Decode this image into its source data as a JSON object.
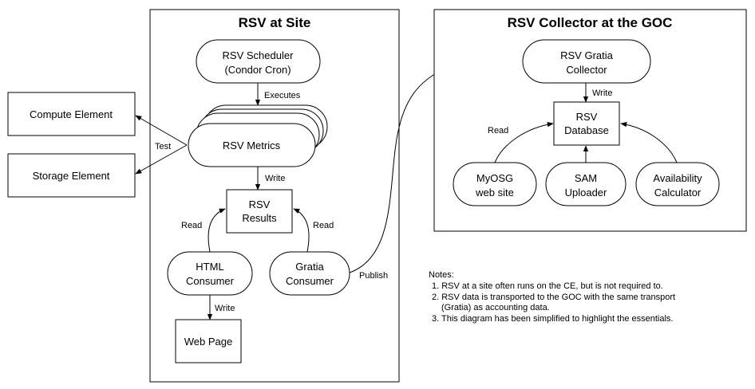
{
  "site": {
    "title": "RSV at Site",
    "scheduler": [
      "RSV Scheduler",
      "(Condor Cron)"
    ],
    "executes": "Executes",
    "metrics": "RSV Metrics",
    "write1": "Write",
    "results": [
      "RSV",
      "Results"
    ],
    "read_left": "Read",
    "read_right": "Read",
    "html_consumer": [
      "HTML",
      "Consumer"
    ],
    "gratia_consumer": [
      "Gratia",
      "Consumer"
    ],
    "write2": "Write",
    "web_page": "Web Page",
    "publish": "Publish"
  },
  "external": {
    "compute_element": "Compute Element",
    "storage_element": "Storage Element",
    "test": "Test"
  },
  "goc": {
    "title": "RSV Collector at the GOC",
    "collector": [
      "RSV Gratia",
      "Collector"
    ],
    "write": "Write",
    "database": [
      "RSV",
      "Database"
    ],
    "read": "Read",
    "myosg": [
      "MyOSG",
      "web site"
    ],
    "sam": [
      "SAM",
      "Uploader"
    ],
    "availability": [
      "Availability",
      "Calculator"
    ]
  },
  "notes": {
    "title": "Notes:",
    "items": [
      "1. RSV at a site often runs on the CE, but is not required to.",
      "2. RSV data is transported to the GOC with the same transport",
      "(Gratia) as accounting data.",
      "3. This diagram has been simplified to highlight the essentials."
    ]
  }
}
